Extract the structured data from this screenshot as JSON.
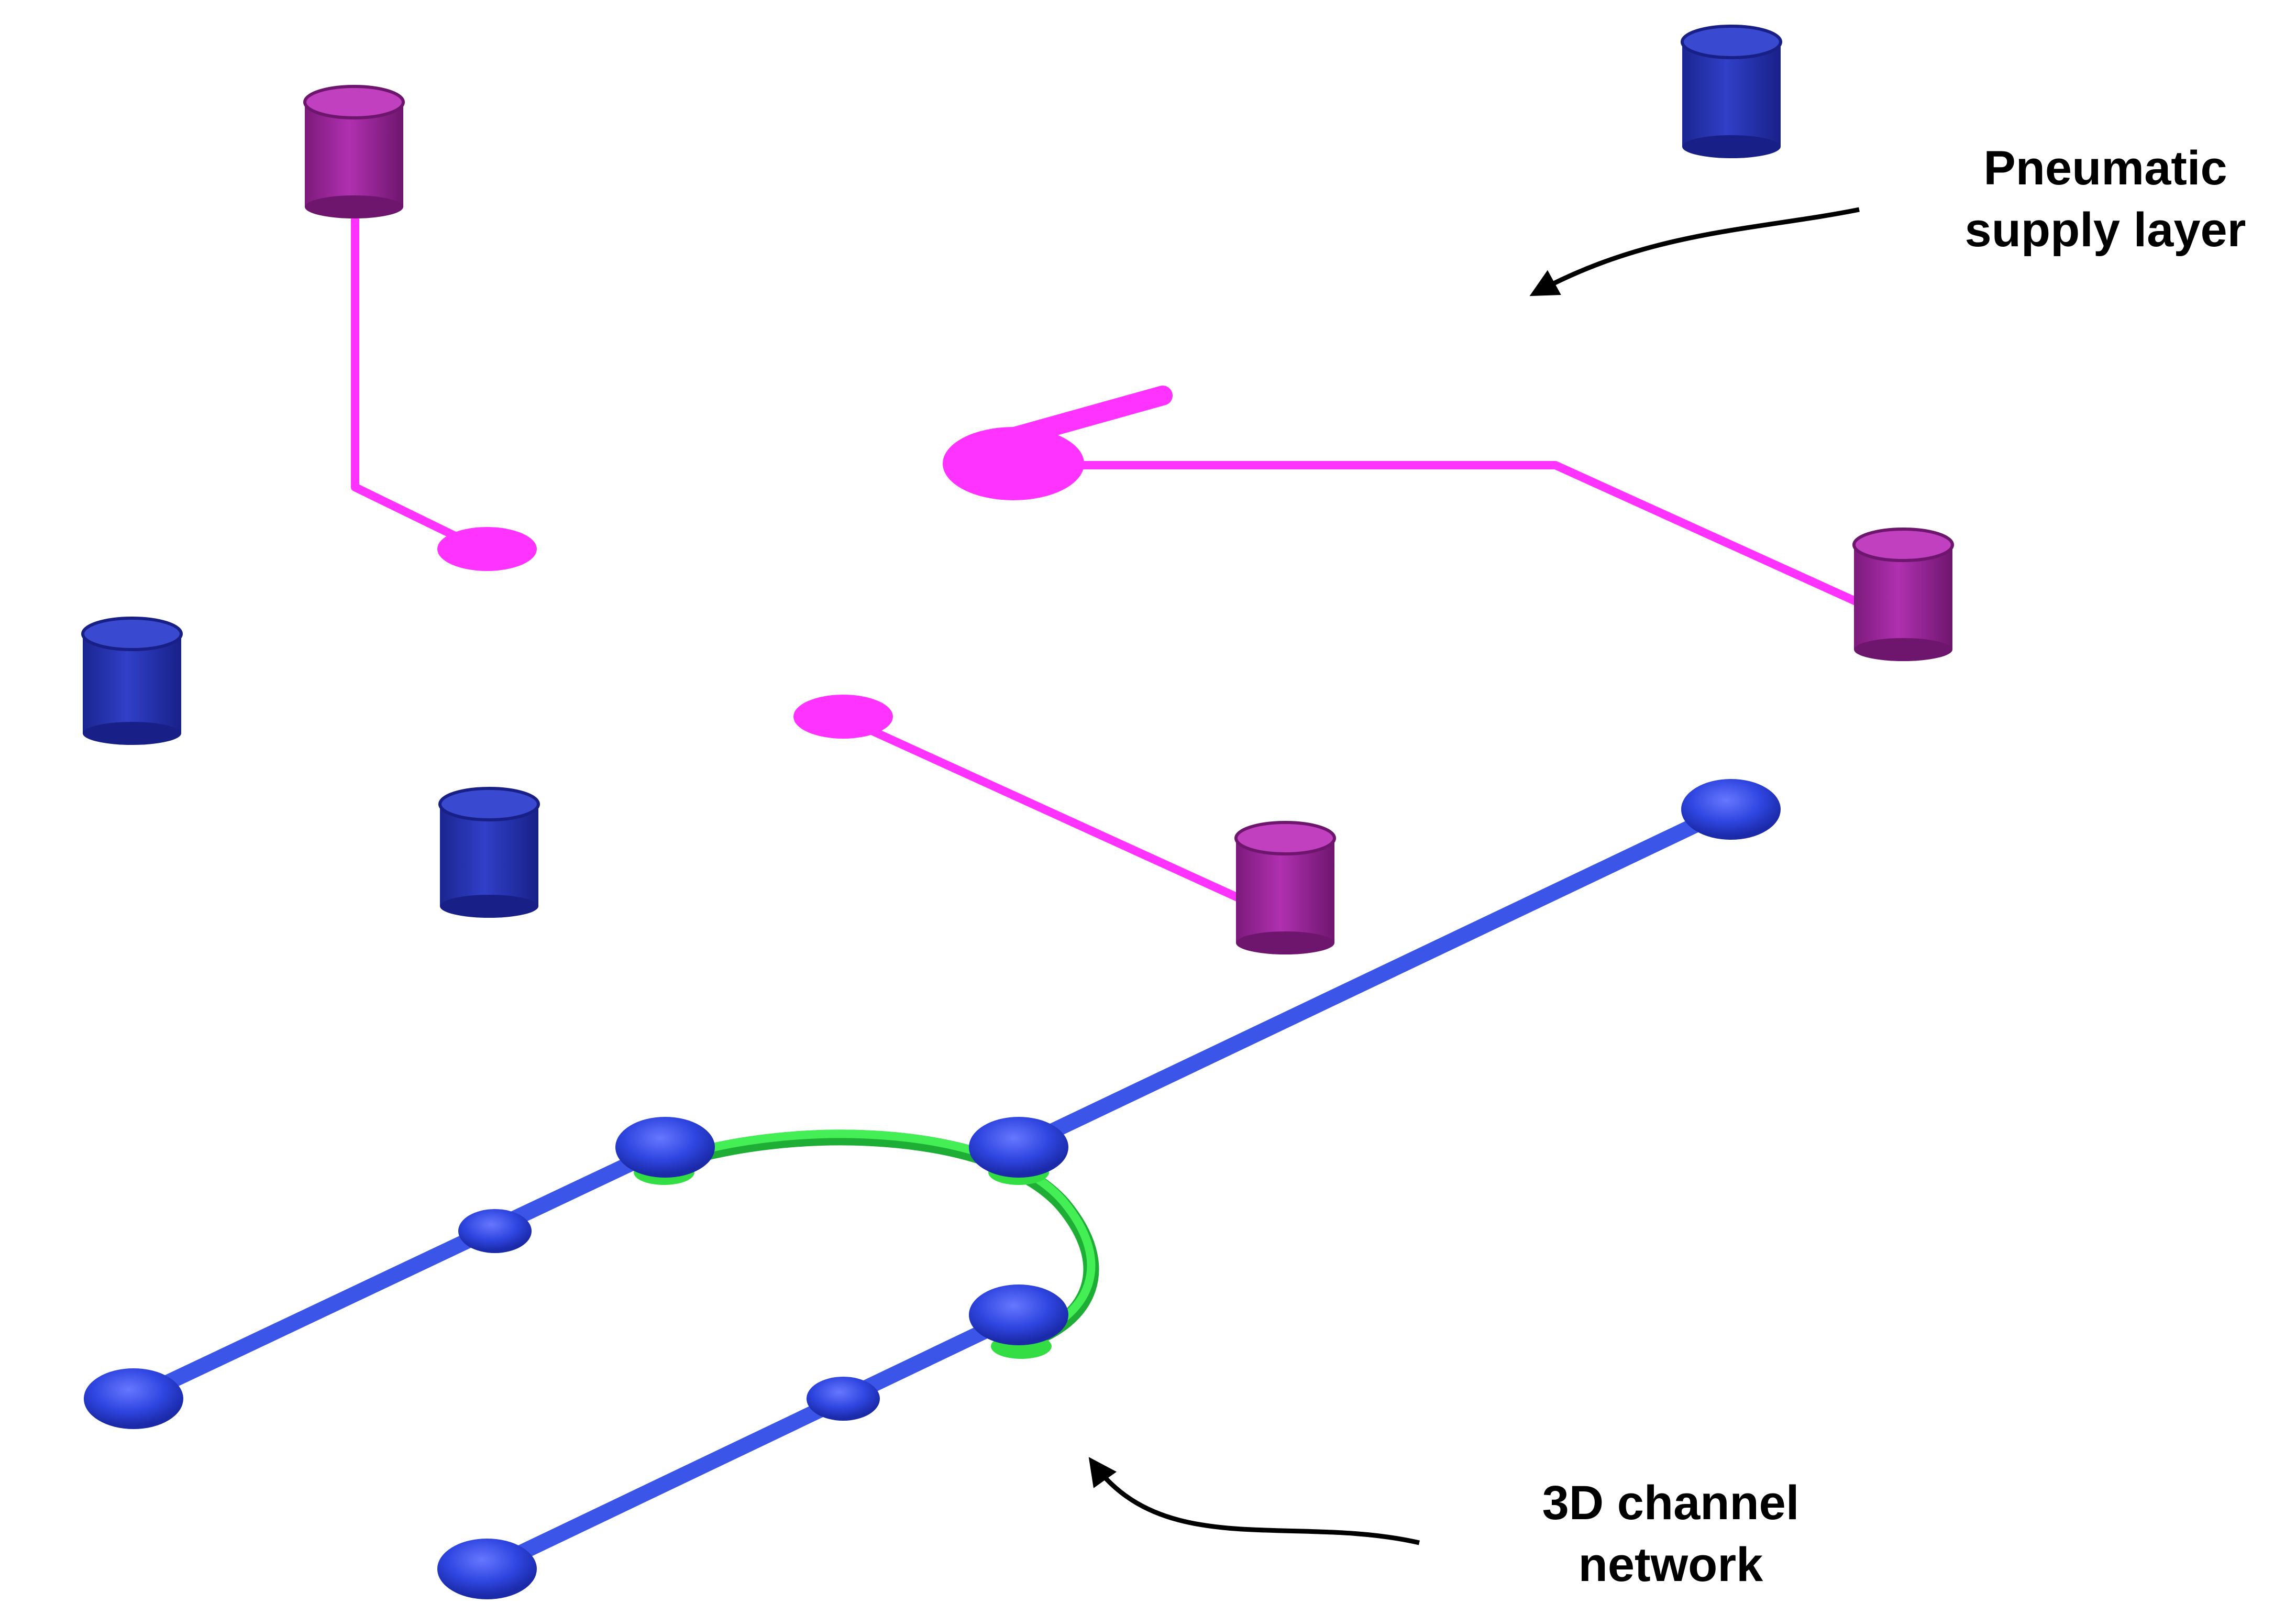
{
  "labels": {
    "pneumatic_line1": "Pneumatic",
    "pneumatic_line2": "supply layer",
    "channel_line1": "3D channel",
    "channel_line2": "network"
  },
  "colors": {
    "pneumatic_channel": "#ff33ff",
    "pneumatic_port": "#a020a0",
    "fluidic_channel": "#3b55e8",
    "fluidic_port": "#2432b4",
    "crossover_channel": "#33dd44",
    "arrow": "#000000",
    "background": "#ffffff"
  },
  "icons": {
    "arrow": "curved-arrow",
    "port": "cylinder-port",
    "node": "oval-node"
  }
}
